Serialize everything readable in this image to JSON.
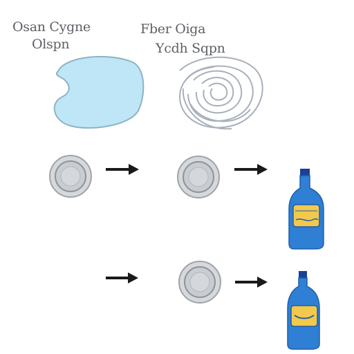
{
  "labels": {
    "left_title": "Osan Cygne",
    "left_subtitle": "Olspn",
    "right_title": "Fber Oiga",
    "right_subtitle": "Ycdh Sqpn"
  },
  "colors": {
    "blob_fill": "#bfe6f7",
    "blob_stroke": "#8cb2c6",
    "swirl_stroke": "#a7b0bb",
    "disc_outer": "#9fa3a8",
    "disc_inner": "#c9cdd2",
    "arrow": "#1a1a1a",
    "bottle_blue": "#2f7fd4",
    "bottle_cap": "#1b3f9a",
    "bottle_label": "#f2c94c"
  },
  "icons": {
    "blob": "liquid-blob-icon",
    "swirl": "swirl-icon",
    "disc": "disc-icon",
    "arrow": "arrow-right-icon",
    "bottle": "bottle-icon"
  }
}
